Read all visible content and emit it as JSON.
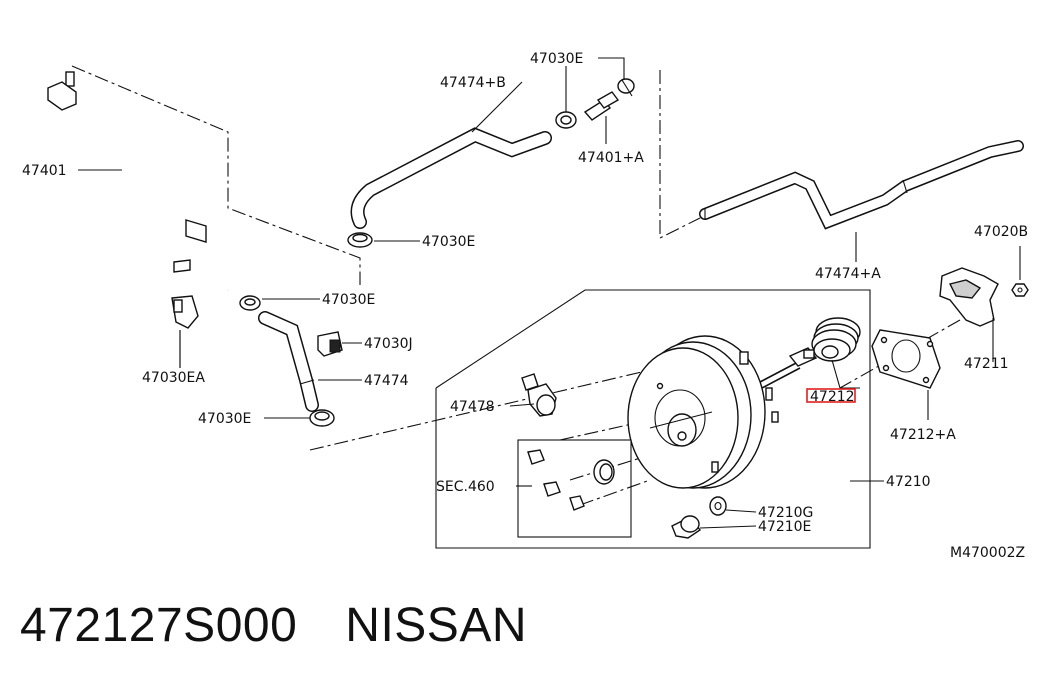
{
  "labels": {
    "l47401": "47401",
    "l47474b": "47474+B",
    "l47030e_top": "47030E",
    "l47401a": "47401+A",
    "l47030e_mid": "47030E",
    "l47030e_left": "47030E",
    "l47474a": "47474+A",
    "l47020b": "47020B",
    "l47030ea": "47030EA",
    "l47030j": "47030J",
    "l47474": "47474",
    "l47211": "47211",
    "l47478": "47478",
    "l47212": "47212",
    "l47030e_low": "47030E",
    "l47212a": "47212+A",
    "sec460": "SEC.460",
    "l47210": "47210",
    "l47210g": "47210G",
    "l47210e": "47210E",
    "ref": "M470002Z"
  },
  "caption": {
    "part_number": "472127S000",
    "brand": "NISSAN"
  },
  "colors": {
    "line": "#111111",
    "highlight": "#e02020"
  }
}
